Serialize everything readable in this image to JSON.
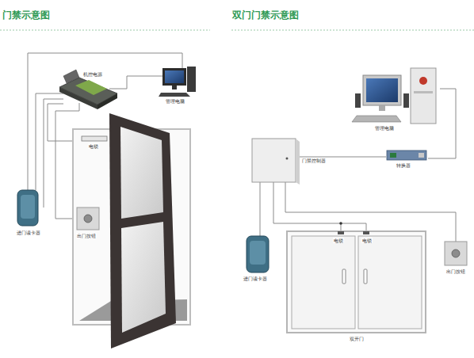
{
  "diagram": {
    "labels": [
      "门禁示意图",
      "机控电源",
      "管理电脑",
      "电锁",
      "进门读卡器",
      "出门按钮",
      "双门门禁示意图",
      "管理电脑",
      "门禁控制器",
      "转换器",
      "电锁",
      "电锁",
      "进门读卡器",
      "出门按钮",
      "双开门"
    ]
  }
}
